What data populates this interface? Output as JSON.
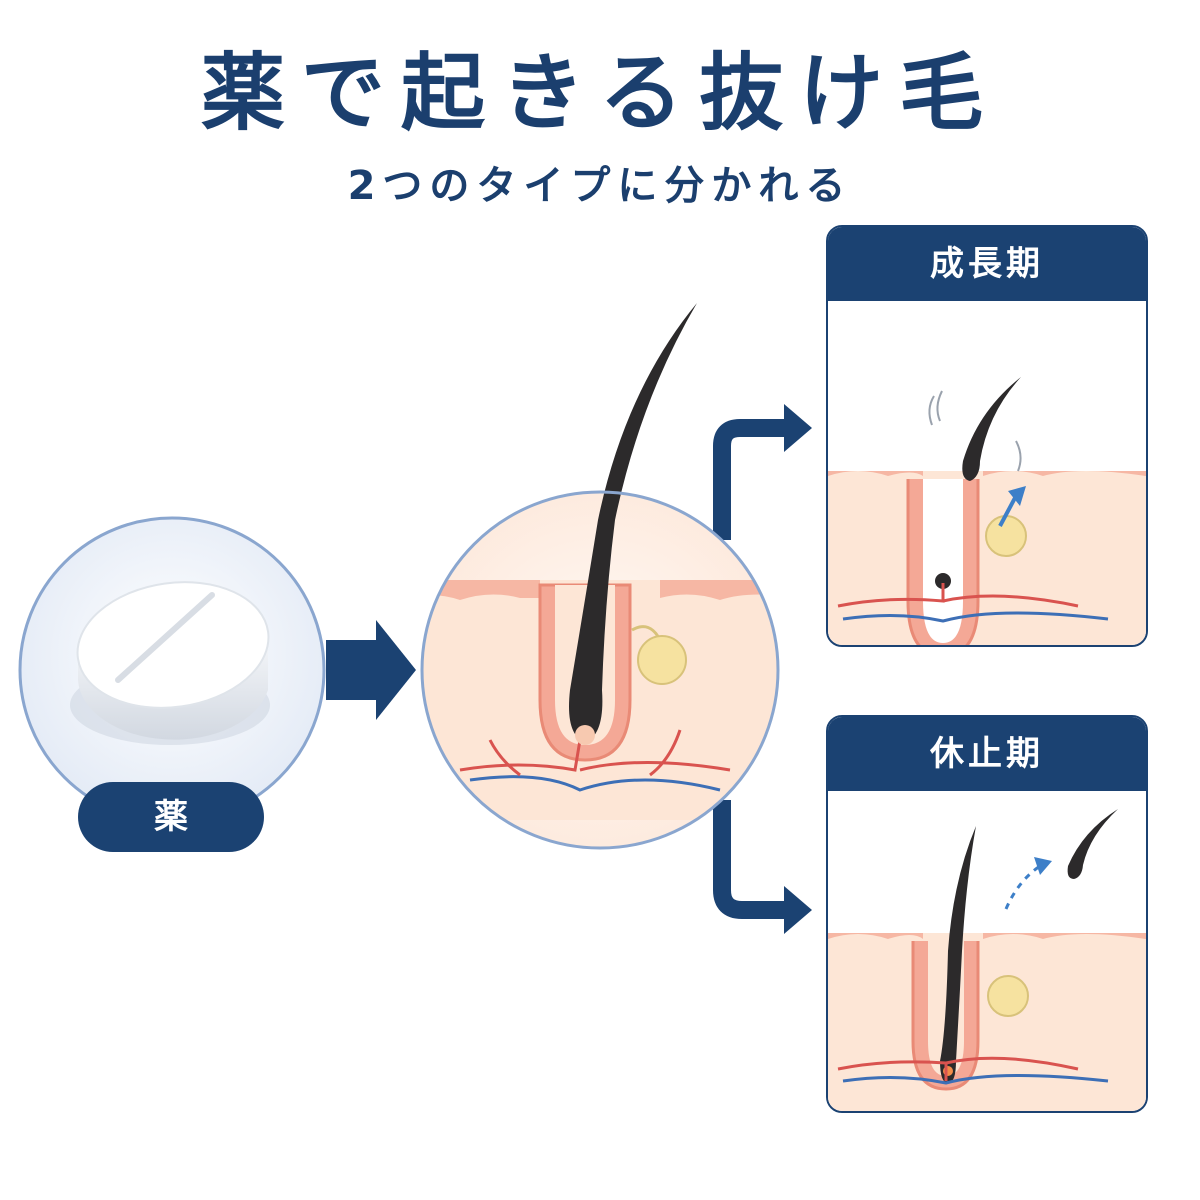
{
  "title": "薬で起きる抜け毛",
  "subtitle": "2つのタイプに分かれる",
  "medicine_label": "薬",
  "panels": [
    {
      "label": "成長期"
    },
    {
      "label": "休止期"
    }
  ],
  "colors": {
    "navy": "#1b4272",
    "skin": "#fbe1cf",
    "skin_edge": "#f0a48f",
    "hair": "#2c2a2b",
    "vessel_red": "#d9534f",
    "vessel_blue": "#3d6fb6",
    "gland": "#f6e2a0"
  }
}
